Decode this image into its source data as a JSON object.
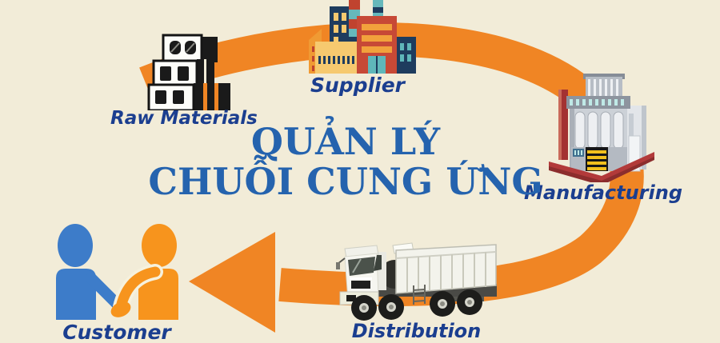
{
  "title": {
    "line1": "QUẢN LÝ",
    "line2": "CHUỖI CUNG ỨNG"
  },
  "nodes": {
    "raw_materials": {
      "label": "Raw Materials",
      "icon": "stacked-concrete-blocks-icon"
    },
    "supplier": {
      "label": "Supplier",
      "icon": "flat-factory-icon"
    },
    "manufacturing": {
      "label": "Manufacturing",
      "icon": "industrial-plant-icon"
    },
    "distribution": {
      "label": "Distribution",
      "icon": "dump-truck-icon"
    },
    "customer": {
      "label": "Customer",
      "icon": "handshake-people-icon"
    }
  },
  "flow": {
    "shape": "circular-arrow",
    "direction": "clockwise",
    "order": [
      "Raw Materials",
      "Supplier",
      "Manufacturing",
      "Distribution",
      "Customer"
    ]
  },
  "colors": {
    "background": "#f2ecd8",
    "arrow": "#f08524",
    "title_text": "#2563ae",
    "label_text": "#1b3e8f",
    "customer_blue": "#3d7cc9",
    "customer_orange": "#f7941d"
  }
}
